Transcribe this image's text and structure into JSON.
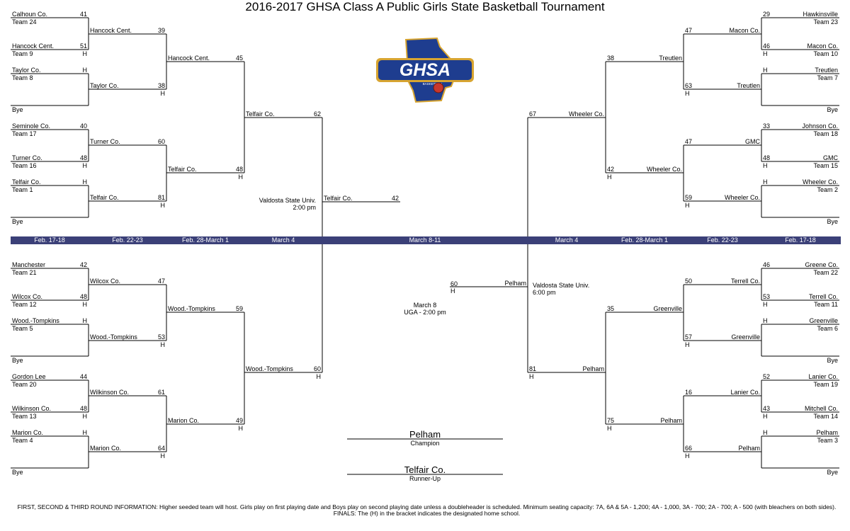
{
  "title": "2016-2017 GHSA Class A Public Girls State Basketball Tournament",
  "colors": {
    "date_bar": "#3b4078",
    "logo_blue": "#1e3d8f",
    "logo_gold": "#d8a531"
  },
  "logo_text": "GHSA",
  "logo_subtext": "BASKETBALL",
  "dates": [
    "Feb. 17-18",
    "Feb. 22-23",
    "Feb. 28-March 1",
    "March 4",
    "March 8-11",
    "March 4",
    "Feb. 28-March 1",
    "Feb. 22-23",
    "Feb. 17-18"
  ],
  "left": {
    "r1": [
      {
        "team": "Calhoun Co.",
        "seed": "Team 24",
        "score": "41",
        "home": ""
      },
      {
        "team": "Hancock Cent.",
        "seed": "Team 9",
        "score": "51",
        "home": "H"
      },
      {
        "team": "Taylor Co.",
        "seed": "Team 8",
        "score": "H",
        "home": ""
      },
      {
        "team": "",
        "seed": "Bye",
        "score": "",
        "home": ""
      },
      {
        "team": "Seminole Co.",
        "seed": "Team 17",
        "score": "40",
        "home": ""
      },
      {
        "team": "Turner Co.",
        "seed": "Team 16",
        "score": "48",
        "home": "H"
      },
      {
        "team": "Telfair Co.",
        "seed": "Team 1",
        "score": "H",
        "home": ""
      },
      {
        "team": "",
        "seed": "Bye",
        "score": "",
        "home": ""
      },
      {
        "team": "Manchester",
        "seed": "Team 21",
        "score": "42",
        "home": ""
      },
      {
        "team": "Wilcox Co.",
        "seed": "Team 12",
        "score": "48",
        "home": "H"
      },
      {
        "team": "Wood.-Tompkins",
        "seed": "Team 5",
        "score": "H",
        "home": ""
      },
      {
        "team": "",
        "seed": "Bye",
        "score": "",
        "home": ""
      },
      {
        "team": "Gordon Lee",
        "seed": "Team 20",
        "score": "44",
        "home": ""
      },
      {
        "team": "Wilkinson Co.",
        "seed": "Team 13",
        "score": "48",
        "home": "H"
      },
      {
        "team": "Marion Co.",
        "seed": "Team 4",
        "score": "H",
        "home": ""
      },
      {
        "team": "",
        "seed": "Bye",
        "score": "",
        "home": ""
      }
    ],
    "r2": [
      {
        "team": "Hancock Cent.",
        "score": "39",
        "home": ""
      },
      {
        "team": "Taylor Co.",
        "score": "38",
        "home": "H"
      },
      {
        "team": "Turner Co.",
        "score": "60",
        "home": ""
      },
      {
        "team": "Telfair Co.",
        "score": "81",
        "home": "H"
      },
      {
        "team": "Wilcox Co.",
        "score": "47",
        "home": ""
      },
      {
        "team": "Wood.-Tompkins",
        "score": "53",
        "home": "H"
      },
      {
        "team": "Wilkinson Co.",
        "score": "61",
        "home": ""
      },
      {
        "team": "Marion Co.",
        "score": "64",
        "home": "H"
      }
    ],
    "r3": [
      {
        "team": "Hancock Cent.",
        "score": "45",
        "home": ""
      },
      {
        "team": "Telfair Co.",
        "score": "48",
        "home": "H"
      },
      {
        "team": "Wood.-Tompkins",
        "score": "59",
        "home": ""
      },
      {
        "team": "Marion Co.",
        "score": "49",
        "home": "H"
      }
    ],
    "r4": [
      {
        "team": "Telfair Co.",
        "score": "62",
        "home": ""
      },
      {
        "team": "Wood.-Tompkins",
        "score": "60",
        "home": "H"
      }
    ],
    "semi": {
      "team": "Telfair Co.",
      "score": "42",
      "home": ""
    },
    "venue": [
      "Valdosta State Univ.",
      "2:00 pm"
    ]
  },
  "right": {
    "r1": [
      {
        "team": "Hawkinsville",
        "seed": "Team 23",
        "score": "29",
        "home": ""
      },
      {
        "team": "Macon Co.",
        "seed": "Team 10",
        "score": "46",
        "home": "H"
      },
      {
        "team": "Treutlen",
        "seed": "Team 7",
        "score": "H",
        "home": ""
      },
      {
        "team": "",
        "seed": "Bye",
        "score": "",
        "home": ""
      },
      {
        "team": "Johnson Co.",
        "seed": "Team 18",
        "score": "33",
        "home": ""
      },
      {
        "team": "GMC",
        "seed": "Team 15",
        "score": "48",
        "home": "H"
      },
      {
        "team": "Wheeler Co.",
        "seed": "Team 2",
        "score": "H",
        "home": ""
      },
      {
        "team": "",
        "seed": "Bye",
        "score": "",
        "home": ""
      },
      {
        "team": "Greene Co.",
        "seed": "Team 22",
        "score": "46",
        "home": ""
      },
      {
        "team": "Terrell Co.",
        "seed": "Team 11",
        "score": "53",
        "home": "H"
      },
      {
        "team": "Greenville",
        "seed": "Team 6",
        "score": "H",
        "home": ""
      },
      {
        "team": "",
        "seed": "Bye",
        "score": "",
        "home": ""
      },
      {
        "team": "Lanier Co.",
        "seed": "Team 19",
        "score": "52",
        "home": ""
      },
      {
        "team": "Mitchell Co.",
        "seed": "Team 14",
        "score": "43",
        "home": "H"
      },
      {
        "team": "Pelham",
        "seed": "Team 3",
        "score": "H",
        "home": ""
      },
      {
        "team": "",
        "seed": "Bye",
        "score": "",
        "home": ""
      }
    ],
    "r2": [
      {
        "team": "Macon Co.",
        "score": "47",
        "home": ""
      },
      {
        "team": "Treutlen",
        "score": "63",
        "home": "H"
      },
      {
        "team": "GMC",
        "score": "47",
        "home": ""
      },
      {
        "team": "Wheeler Co.",
        "score": "59",
        "home": "H"
      },
      {
        "team": "Terrell Co.",
        "score": "50",
        "home": ""
      },
      {
        "team": "Greenville",
        "score": "57",
        "home": "H"
      },
      {
        "team": "Lanier Co.",
        "score": "16",
        "home": ""
      },
      {
        "team": "Pelham",
        "score": "66",
        "home": "H"
      }
    ],
    "r3": [
      {
        "team": "Treutlen",
        "score": "38",
        "home": ""
      },
      {
        "team": "Wheeler Co.",
        "score": "42",
        "home": "H"
      },
      {
        "team": "Greenville",
        "score": "35",
        "home": ""
      },
      {
        "team": "Pelham",
        "score": "75",
        "home": "H"
      }
    ],
    "r4": [
      {
        "team": "Wheeler Co.",
        "score": "67",
        "home": ""
      },
      {
        "team": "Pelham",
        "score": "81",
        "home": "H"
      }
    ],
    "semi": {
      "team": "Pelham",
      "score": "60",
      "home": "H"
    },
    "venue": [
      "Valdosta State Univ.",
      "6:00 pm"
    ]
  },
  "final_info": [
    "March 8",
    "UGA - 2:00 pm"
  ],
  "champion": {
    "team": "Pelham",
    "label": "Champion"
  },
  "runner_up": {
    "team": "Telfair Co.",
    "label": "Runner-Up"
  },
  "footer": "FIRST, SECOND & THIRD ROUND INFORMATION:  Higher seeded team will host. Girls play on first playing date and Boys play on second playing date unless a doubleheader is  scheduled. Minimum seating capacity: 7A, 6A & 5A - 1,200; 4A - 1,000, 3A - 700; 2A - 700; A - 500 (with bleachers on both sides). FINALS: The (H) in the bracket indicates the designated home school."
}
